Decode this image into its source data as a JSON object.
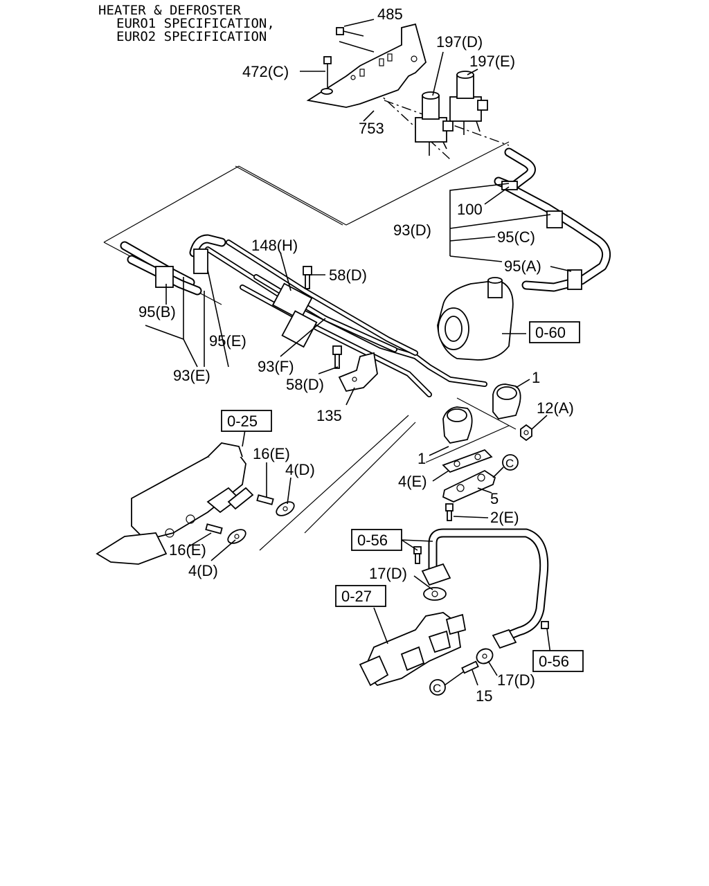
{
  "title": {
    "line1": "HEATER & DEFROSTER",
    "line2": "EURO1 SPECIFICATION,",
    "line3": "EURO2 SPECIFICATION"
  },
  "labels": {
    "p485": "485",
    "p472c": "472(C)",
    "p753": "753",
    "p197d": "197(D)",
    "p197e": "197(E)",
    "p100": "100",
    "p93d": "93(D)",
    "p95c": "95(C)",
    "p95a": "95(A)",
    "p148h": "148(H)",
    "p58d_top": "58(D)",
    "p95b": "95(B)",
    "p95e": "95(E)",
    "p93e": "93(E)",
    "p93f": "93(F)",
    "p58d_bottom": "58(D)",
    "p135": "135",
    "p1_right": "1",
    "p12a": "12(A)",
    "p1_left": "1",
    "p4e": "4(E)",
    "p5": "5",
    "p2e": "2(E)",
    "p16e_top": "16(E)",
    "p4d_top": "4(D)",
    "p16e_bottom": "16(E)",
    "p4d_bottom": "4(D)",
    "p17d_top": "17(D)",
    "p17d_bottom": "17(D)",
    "p15": "15"
  },
  "ref_boxes": {
    "r060": "0-60",
    "r025": "0-25",
    "r056_top": "0-56",
    "r027": "0-27",
    "r056_bottom": "0-56"
  },
  "circle_refs": {
    "c_upper": "C",
    "c_lower": "C"
  }
}
